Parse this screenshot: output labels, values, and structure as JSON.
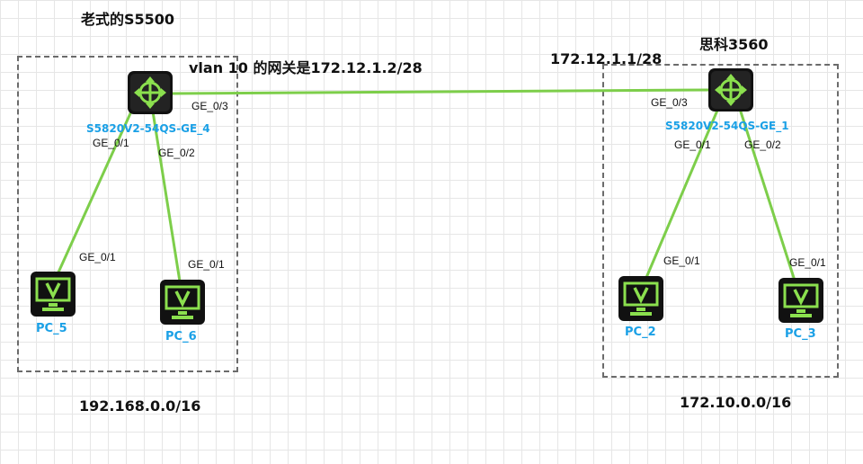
{
  "titles": {
    "left_site": "老式的S5500",
    "right_site": "思科3560",
    "vlan_gateway": "vlan 10 的网关是172.12.1.2/28",
    "right_ip": "172.12.1.1/28"
  },
  "subnets": {
    "left": "192.168.0.0/16",
    "right": "172.10.0.0/16"
  },
  "switches": {
    "left": {
      "name": "S5820V2-54QS-GE_4",
      "icon": "router-switch-icon"
    },
    "right": {
      "name": "S5820V2-54QS-GE_1",
      "icon": "router-switch-icon"
    }
  },
  "pcs": {
    "pc5": "PC_5",
    "pc6": "PC_6",
    "pc2": "PC_2",
    "pc3": "PC_3"
  },
  "interfaces": {
    "sw4_ge03": "GE_0/3",
    "sw4_ge01": "GE_0/1",
    "sw4_ge02": "GE_0/2",
    "pc5_ge01": "GE_0/1",
    "pc6_ge01": "GE_0/1",
    "sw1_ge03": "GE_0/3",
    "sw1_ge01": "GE_0/1",
    "sw1_ge02": "GE_0/2",
    "pc2_ge01": "GE_0/1",
    "pc3_ge01": "GE_0/1"
  },
  "colors": {
    "link": "#7dce4a",
    "icon_green": "#8be04e",
    "label_blue": "#1aa0e6",
    "dashed_box": "#6b6b6b"
  }
}
